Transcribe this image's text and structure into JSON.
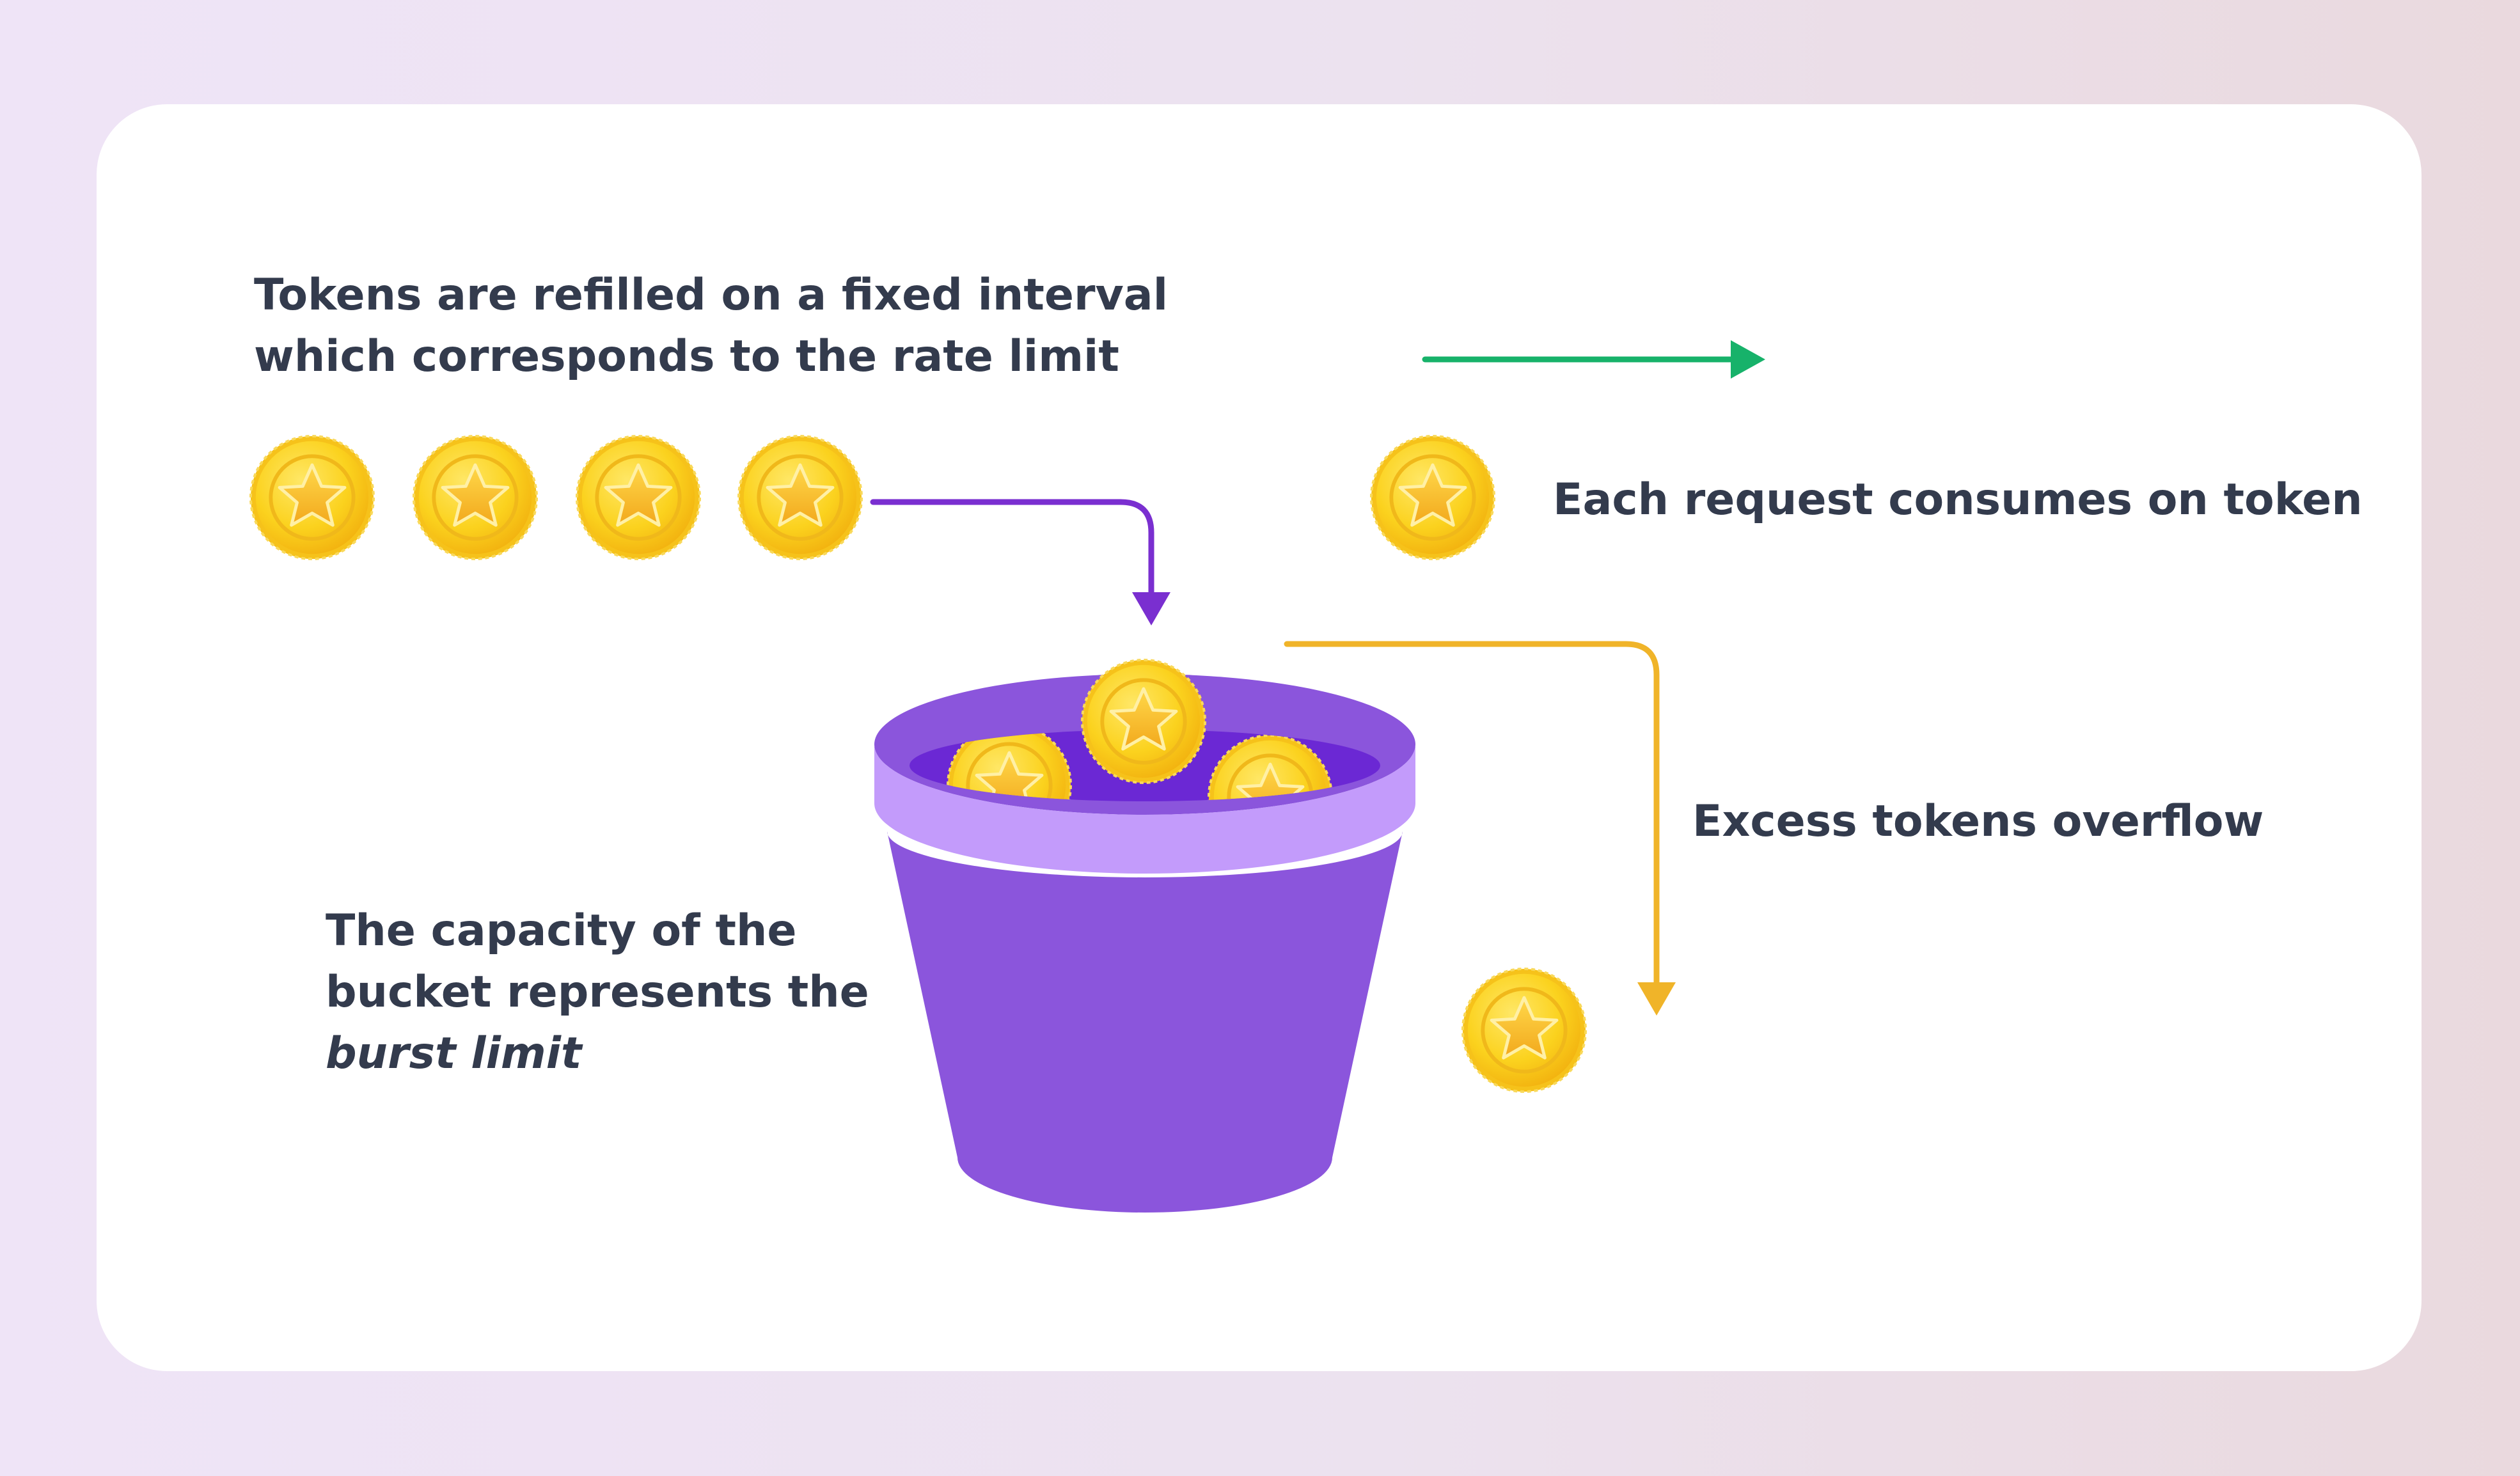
{
  "labels": {
    "refill_line1": "Tokens are refilled on a fixed interval",
    "refill_line2": "which corresponds to the rate limit",
    "request": "Each request consumes on token",
    "overflow": "Excess tokens overflow",
    "capacity_line1": "The capacity of the",
    "capacity_line2": "bucket represents the",
    "capacity_line3": "burst limit"
  },
  "colors": {
    "background": "#efe4f7",
    "card": "#ffffff",
    "text": "#333b4d",
    "refill_arrow": "#7a2fd0",
    "request_arrow": "#17b26a",
    "overflow_arrow": "#f0b429",
    "bucket_body": "#8b55dc",
    "bucket_rim": "#c39bfb",
    "bucket_inside": "#6b28d4",
    "coin": "#fcd21c"
  },
  "icons": {
    "token": "star-coin-icon",
    "bucket": "bucket-icon"
  }
}
